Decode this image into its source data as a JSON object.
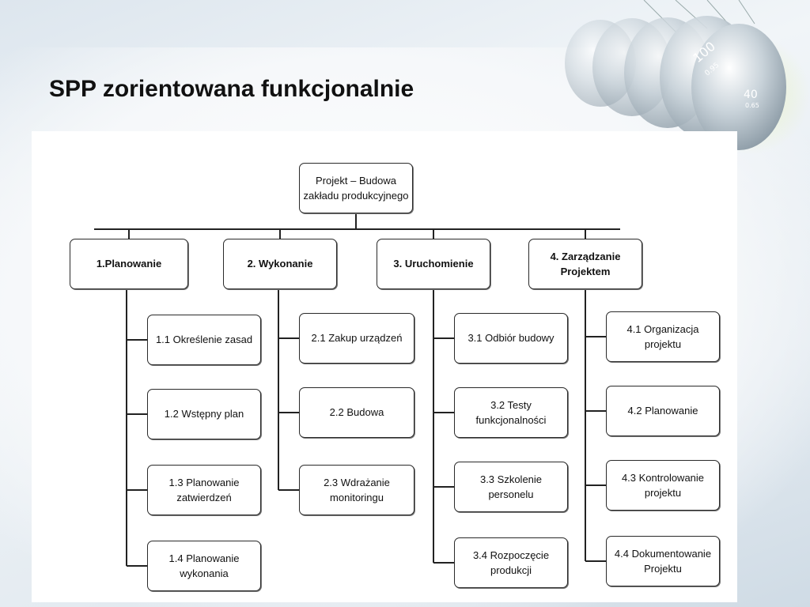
{
  "slide": {
    "title": "SPP zorientowana funkcjonalnie"
  },
  "diagram": {
    "root": "Projekt – Budowa zakładu produkcyjnego",
    "branches": [
      {
        "label": "1.Planowanie",
        "children": [
          "1.1 Określenie zasad",
          "1.2 Wstępny plan",
          "1.3 Planowanie zatwierdzeń",
          "1.4 Planowanie wykonania"
        ]
      },
      {
        "label": "2. Wykonanie",
        "children": [
          "2.1 Zakup urządzeń",
          "2.2 Budowa",
          "2.3 Wdrażanie monitoringu"
        ]
      },
      {
        "label": "3. Uruchomienie",
        "children": [
          "3.1 Odbiór budowy",
          "3.2 Testy funkcjonalności",
          "3.3 Szkolenie personelu",
          "3.4 Rozpoczęcie produkcji"
        ]
      },
      {
        "label": "4. Zarządzanie Projektem",
        "children": [
          "4.1 Organizacja projektu",
          "4.2 Planowanie",
          "4.3 Kontrolowanie projektu",
          "4.4 Dokumentowanie Projektu"
        ]
      }
    ]
  },
  "decoration": {
    "lens_labels": [
      "100",
      "0.95",
      "40",
      "0.65"
    ]
  }
}
